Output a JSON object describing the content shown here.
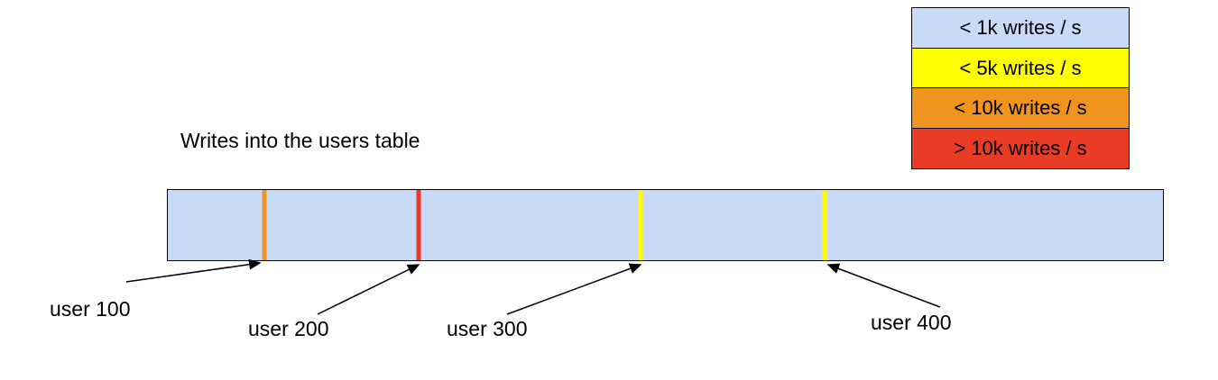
{
  "title": "Writes into the users table",
  "legend": {
    "items": [
      {
        "label": "< 1k writes / s",
        "color": "#c9daf8"
      },
      {
        "label": "< 5k writes / s",
        "color": "#ffff00"
      },
      {
        "label": "< 10k writes / s",
        "color": "#f0941f"
      },
      {
        "label": "> 10k writes / s",
        "color": "#ea3b24"
      }
    ]
  },
  "bar": {
    "fill": "#c9daf8"
  },
  "ticks": [
    {
      "label": "user 100",
      "color": "#f0941f",
      "position_pct": 9.7
    },
    {
      "label": "user 200",
      "color": "#ea3b24",
      "position_pct": 25.2
    },
    {
      "label": "user 300",
      "color": "#ffff00",
      "position_pct": 47.5
    },
    {
      "label": "user 400",
      "color": "#ffff00",
      "position_pct": 66.0
    }
  ]
}
